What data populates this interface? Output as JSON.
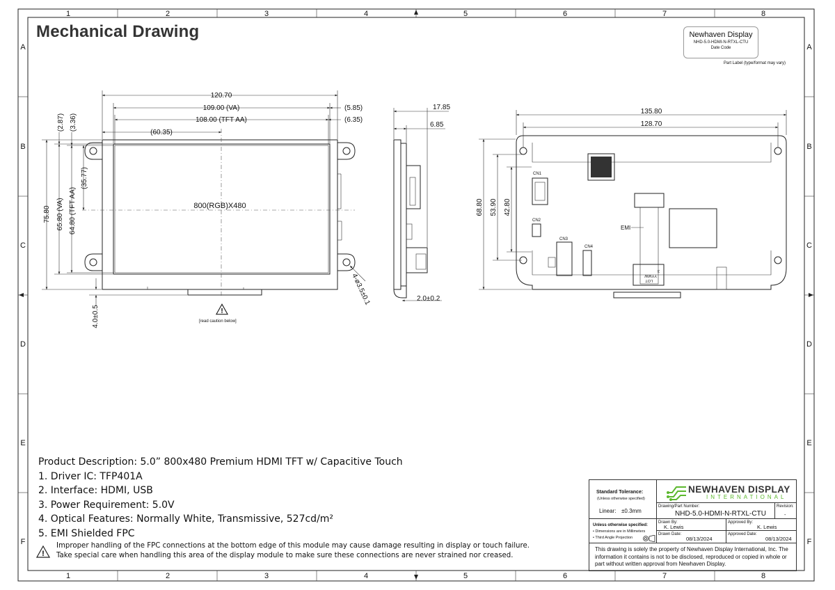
{
  "title": "Mechanical Drawing",
  "border": {
    "columns": [
      "1",
      "2",
      "3",
      "4",
      "5",
      "6",
      "7",
      "8"
    ],
    "rows": [
      "A",
      "B",
      "C",
      "D",
      "E",
      "F"
    ]
  },
  "part_label": {
    "company": "Newhaven Display",
    "part_number": "NHD-5.0-HDMI-N-RTXL-CTU",
    "date_code": "Date Code",
    "note": "Part Label (type/format may vary)"
  },
  "front_view": {
    "dims": {
      "overall_width": "120.70",
      "va_width": "109.00 (VA)",
      "aa_width": "108.00 (TFT AA)",
      "right_offset_1": "(5.85)",
      "right_offset_2": "(6.35)",
      "center_x": "(60.35)",
      "top_offset_1": "(2.87)",
      "top_offset_2": "(3.36)",
      "overall_height": "75.80",
      "va_height": "65.80 (VA)",
      "aa_height": "64.80 (TFT AA)",
      "center_y": "(35.77)",
      "hole": "4-ø3.5±0.1",
      "fpc_offset": "4.0±0.5"
    },
    "screen_label": "800(RGB)X480",
    "read_caution": "[read caution below]"
  },
  "side_view": {
    "dims": {
      "total_thickness": "17.85",
      "module_thickness": "6.85",
      "fpc_thickness": "2.0±0.2"
    }
  },
  "rear_view": {
    "dims": {
      "overall_width": "135.80",
      "hole_pitch_x": "128.70",
      "overall_height": "68.80",
      "hole_pitch_y": "53.90",
      "hole_pitch_y2": "42.80"
    },
    "connectors": [
      "CN1",
      "CN2",
      "CN3",
      "CN4"
    ],
    "emi_label": "EMI",
    "lot_label": "LOT",
    "lot_code": "YYWW",
    "lot_num": "3"
  },
  "description": {
    "heading": "Product Description: 5.0” 800x480 Premium HDMI TFT w/ Capacitive Touch",
    "items": [
      "1. Driver IC: TFP401A",
      "2. Interface: HDMI, USB",
      "3. Power Requirement: 5.0V",
      "4. Optical Features: Normally White, Transmissive, 527cd/m²",
      "5. EMI Shielded FPC"
    ]
  },
  "caution": {
    "line1": "Improper handling of the FPC connections at the bottom edge of this module may cause damage resulting in display or touch failure.",
    "line2": "Take special care when handling this area of the display module to make sure these connections are never strained nor creased."
  },
  "title_block": {
    "tolerance_label": "Standard Tolerance:",
    "tolerance_sub": "(Unless otherwise specified)",
    "linear_label": "Linear:",
    "linear_value": "±0.3mm",
    "logo_main": "NEWHAVEN DISPLAY",
    "logo_sub": "INTERNATIONAL",
    "part_number_label": "Drawing/Part Number:",
    "part_number": "NHD-5.0-HDMI-N-RTXL-CTU",
    "revision_label": "Revision:",
    "revision": "-",
    "unless_label": "Unless otherwise specified:",
    "unless_item1": "• Dimensions are in Millimeters",
    "unless_item2": "• Third Angle Projection",
    "drawn_by_label": "Drawn By:",
    "drawn_by": "K. Lewis",
    "approved_by_label": "Approved By:",
    "approved_by": "K. Lewis",
    "drawn_date_label": "Drawn Date:",
    "drawn_date": "08/13/2024",
    "approved_date_label": "Approved Date:",
    "approved_date": "08/13/2024",
    "notice": "This drawing is solely the property of Newhaven Display International, Inc. The information it contains is not to be disclosed, reproduced or copied in whole or part without written approval from Newhaven Display."
  },
  "colors": {
    "logo_green": "#5cb82e",
    "line": "#222222"
  }
}
